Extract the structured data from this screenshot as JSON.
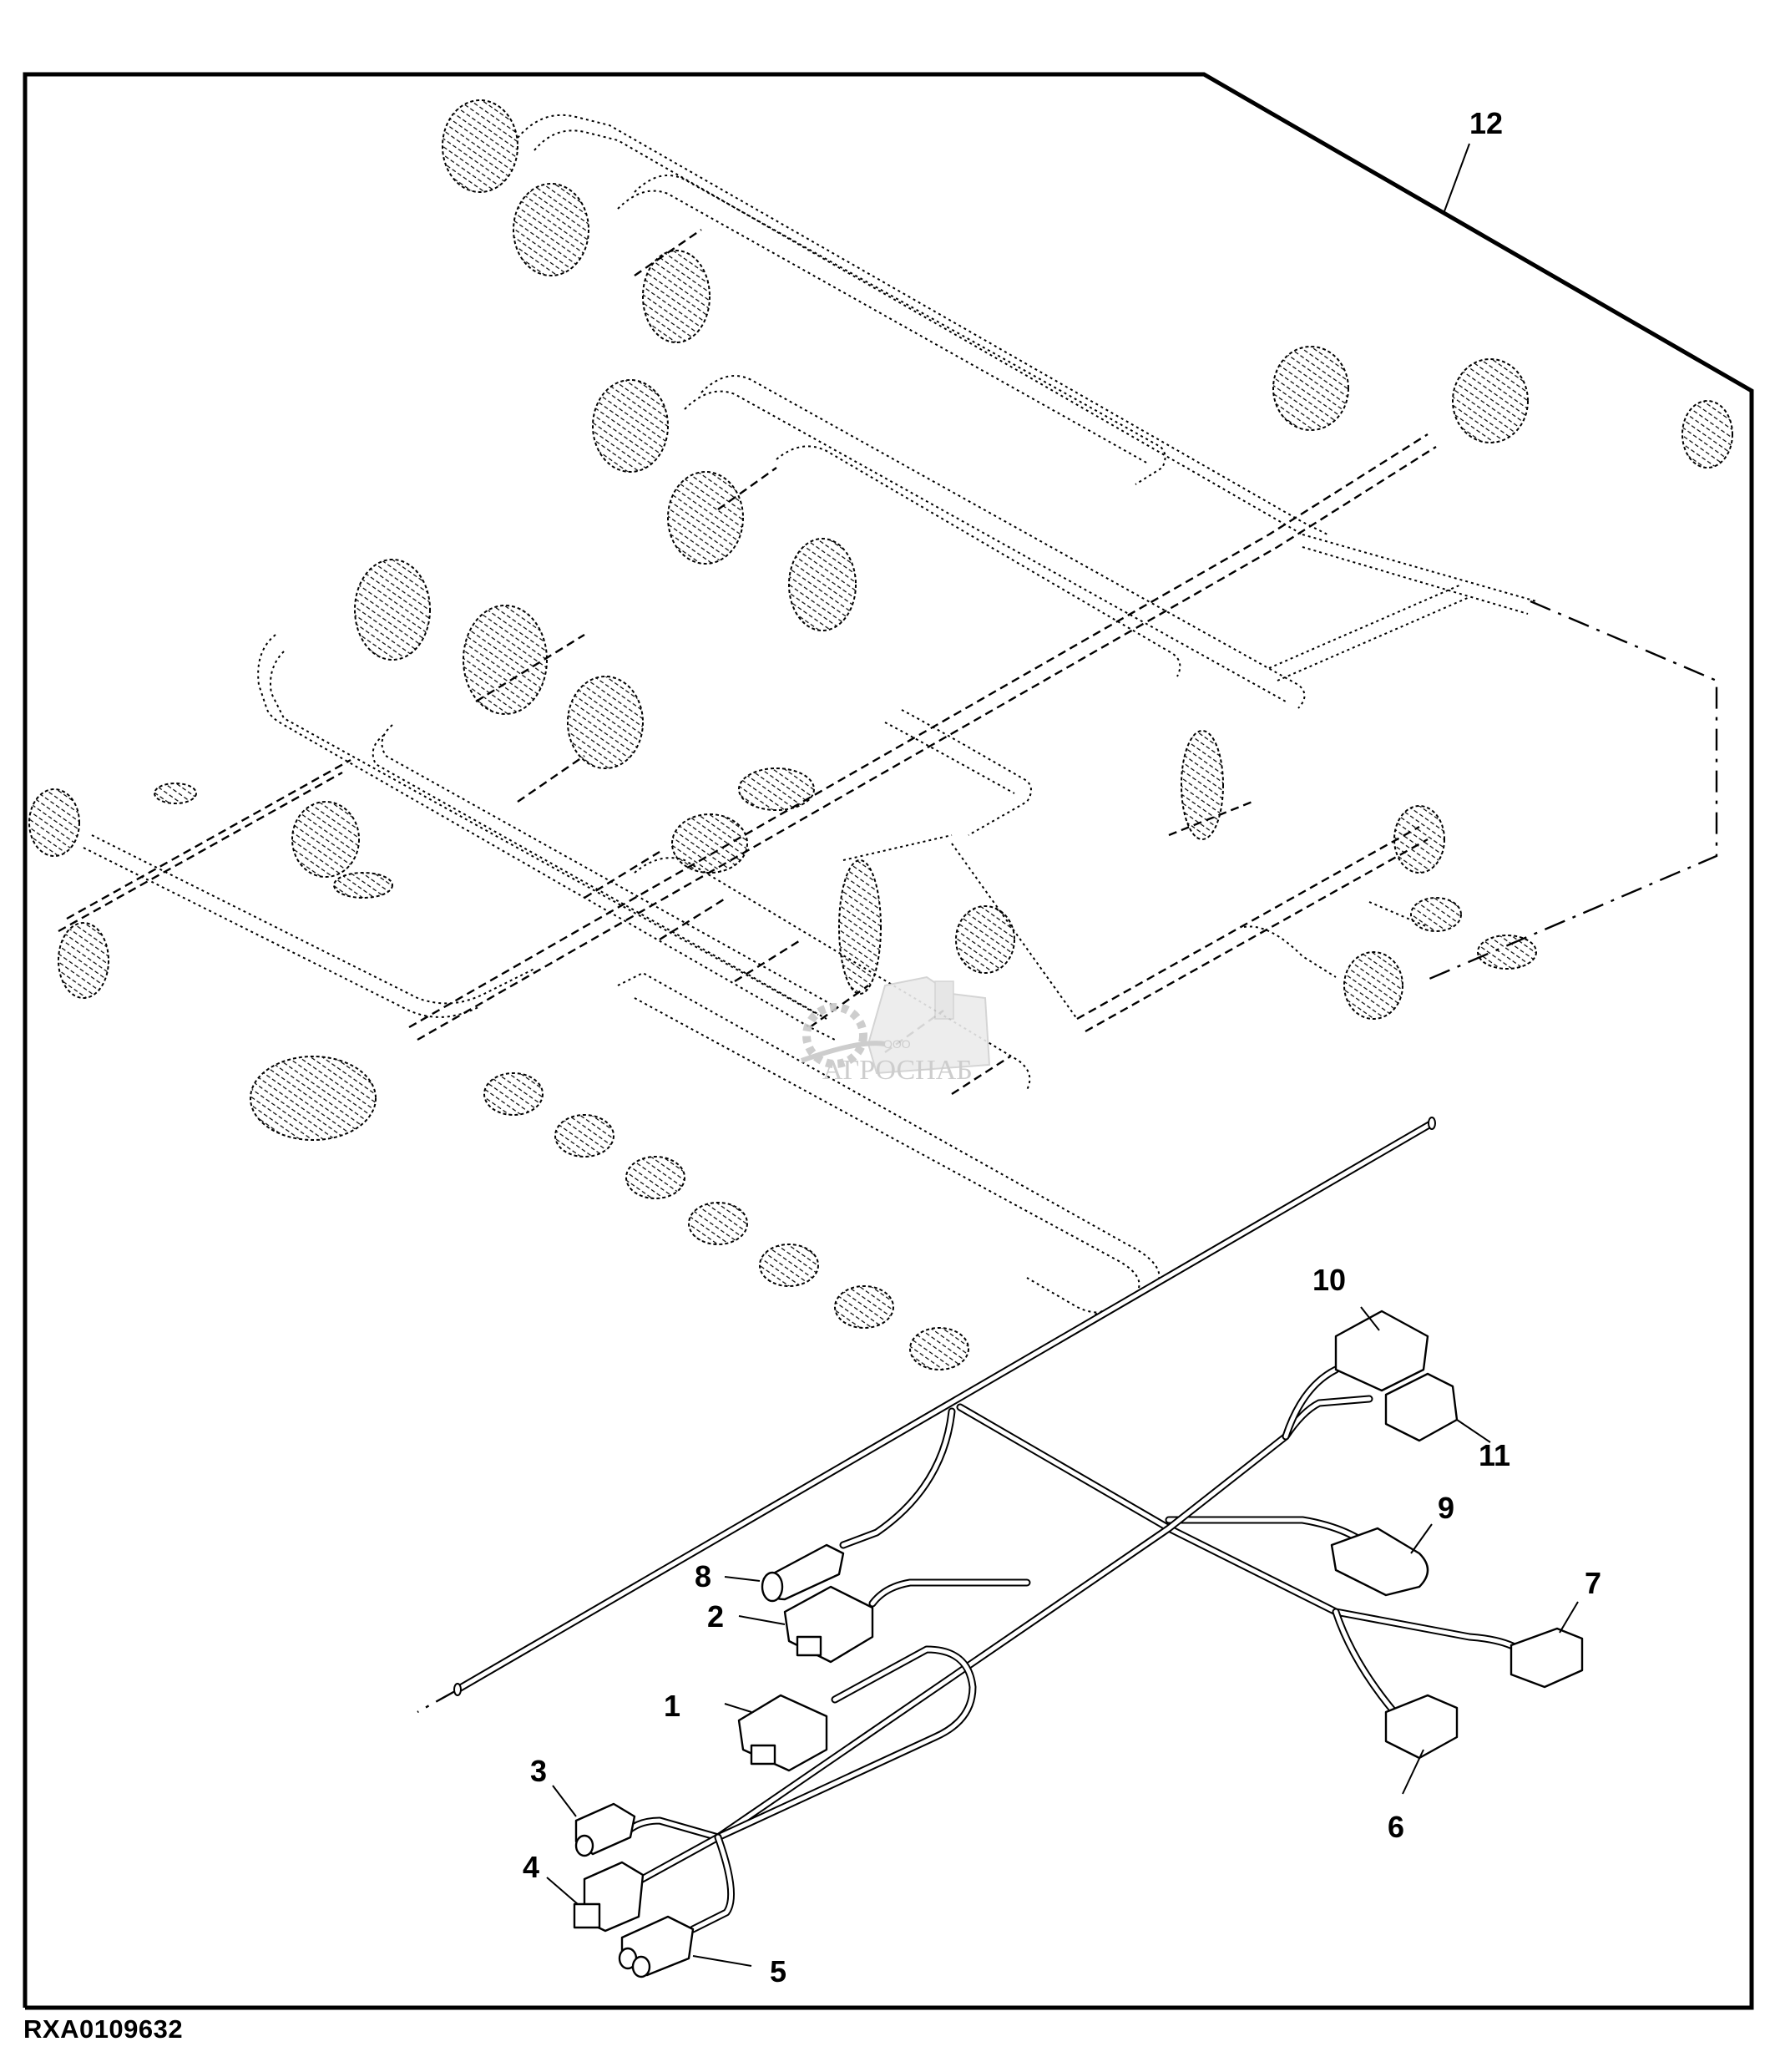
{
  "figure": {
    "id_label": "RXA0109632",
    "description": "Exploded parts view of wiring harness with connectors"
  },
  "callouts": [
    {
      "num": "1",
      "name": "callout-1"
    },
    {
      "num": "2",
      "name": "callout-2"
    },
    {
      "num": "3",
      "name": "callout-3"
    },
    {
      "num": "4",
      "name": "callout-4"
    },
    {
      "num": "5",
      "name": "callout-5"
    },
    {
      "num": "6",
      "name": "callout-6"
    },
    {
      "num": "7",
      "name": "callout-7"
    },
    {
      "num": "8",
      "name": "callout-8"
    },
    {
      "num": "9",
      "name": "callout-9"
    },
    {
      "num": "10",
      "name": "callout-10"
    },
    {
      "num": "11",
      "name": "callout-11"
    },
    {
      "num": "12",
      "name": "callout-12"
    }
  ],
  "watermark": {
    "prefix": "ООО",
    "brand": "АГРОСНАБ",
    "icon": "gear-combine-harvester-icon",
    "color": "#c8c8c8"
  }
}
